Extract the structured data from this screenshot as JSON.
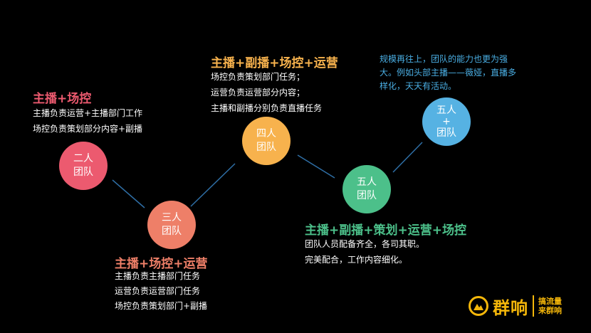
{
  "colors": {
    "background": "#000000",
    "connector": "#2f6fa6",
    "two": "#ec5a6f",
    "three": "#ee7f68",
    "four": "#f7b24d",
    "five_main": "#4cc08a",
    "five_plus": "#56b2e3",
    "note": "#4aaee3",
    "logo": "#f5b70a"
  },
  "nodes": {
    "two": {
      "line1": "二人",
      "line2": "团队"
    },
    "three": {
      "line1": "三人",
      "line2": "团队"
    },
    "four": {
      "line1": "四人",
      "line2": "团队"
    },
    "five": {
      "line1": "五人",
      "line2": "团队"
    },
    "five_plus": {
      "line1": "五人",
      "line2": "+",
      "line3": "团队"
    }
  },
  "stages": {
    "two": {
      "title": "主播+场控",
      "lines": [
        "主播负责运营+主播部门工作",
        "场控负责策划部分内容+副播"
      ]
    },
    "three": {
      "title": "主播+场控+运营",
      "lines": [
        "主播负责主播部门任务",
        "运营负责运营部门任务",
        "场控负责策划部门+副播"
      ]
    },
    "four": {
      "title": "主播+副播+场控+运营",
      "lines": [
        "场控负责策划部门任务；",
        "运营负责运营部分内容；",
        "主播和副播分别负责直播任务"
      ]
    },
    "five": {
      "title": "主播+副播+策划+运营+场控",
      "lines": [
        "团队人员配备齐全，各司其职。",
        "完美配合，工作内容细化。"
      ]
    },
    "five_plus": {
      "note": "规模再往上，团队的能力也更为强大。例如头部主播——薇娅，直播多样化，天天有活动。"
    }
  },
  "logo": {
    "icon": "mountain-circle-icon",
    "name": "群响",
    "slogan_line1": "搞流量",
    "slogan_line2": "来群响"
  }
}
